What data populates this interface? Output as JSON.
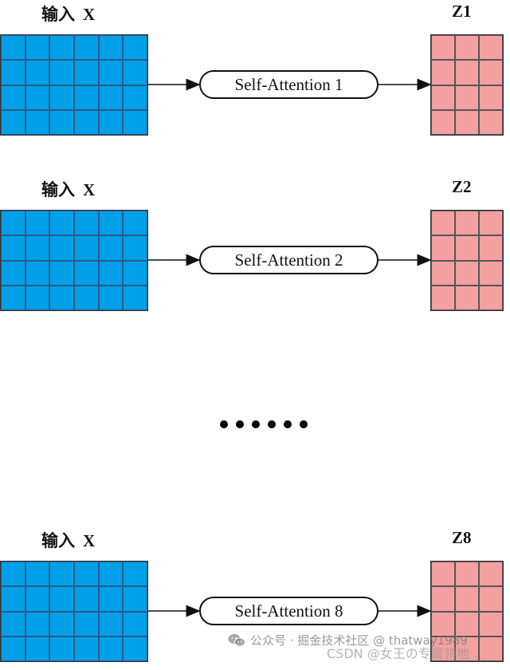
{
  "diagram": {
    "rows": [
      {
        "input_label": "输入",
        "input_var": "X",
        "block_label": "Self-Attention 1",
        "output_label": "Z1"
      },
      {
        "input_label": "输入",
        "input_var": "X",
        "block_label": "Self-Attention 2",
        "output_label": "Z2"
      },
      {
        "input_label": "输入",
        "input_var": "X",
        "block_label": "Self-Attention 8",
        "output_label": "Z8"
      }
    ],
    "input_grid": {
      "rows": 4,
      "cols": 6,
      "color": "#00a0e9"
    },
    "output_grid": {
      "rows": 4,
      "cols": 3,
      "color": "#f4a0a0"
    },
    "ellipsis_dots": 6
  },
  "watermarks": {
    "line1": "公众号 · 掘金技术社区 @ thatway1989",
    "line2": "CSDN @女王の专属领地"
  },
  "icons": {
    "watermark_icon": "wechat-icon"
  }
}
